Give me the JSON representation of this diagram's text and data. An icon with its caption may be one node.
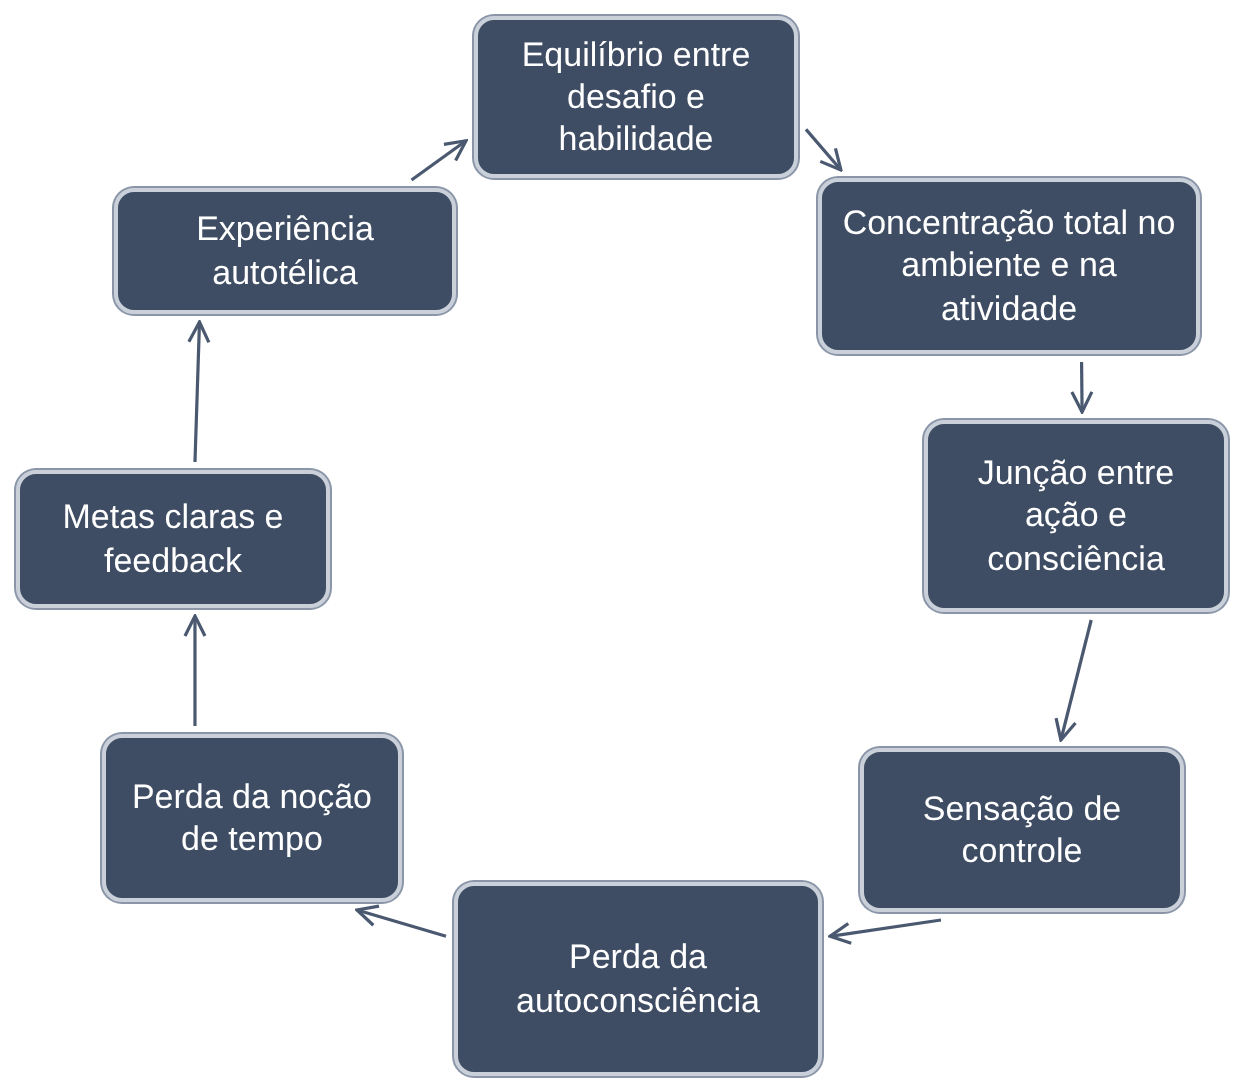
{
  "diagram": {
    "nodes": [
      {
        "text": [
          "Equilíbrio entre desafio e habilidade"
        ]
      },
      {
        "text": [
          "Concentração total no ambiente e na atividade"
        ]
      },
      {
        "text": [
          "Junção entre ação e consciência"
        ]
      },
      {
        "text": [
          "Sensação de controle"
        ]
      },
      {
        "text": [
          "Perda da autoconsciência"
        ]
      },
      {
        "text": [
          "Perda da noção de tempo"
        ]
      },
      {
        "text": [
          "Metas claras e feedback"
        ]
      },
      {
        "text": [
          "Experiência autotélica"
        ]
      }
    ],
    "edges": [
      {
        "from": 0,
        "to": 1,
        "arrow": "to"
      },
      {
        "from": 1,
        "to": 2,
        "arrow": "to"
      },
      {
        "from": 2,
        "to": 3,
        "arrow": "to"
      },
      {
        "from": 3,
        "to": 4,
        "arrow": "to"
      },
      {
        "from": 4,
        "to": 5,
        "arrow": "to"
      },
      {
        "from": 5,
        "to": 6,
        "arrow": "to"
      },
      {
        "from": 6,
        "to": 7,
        "arrow": "to"
      },
      {
        "from": 7,
        "to": 0,
        "arrow": "to"
      }
    ]
  }
}
